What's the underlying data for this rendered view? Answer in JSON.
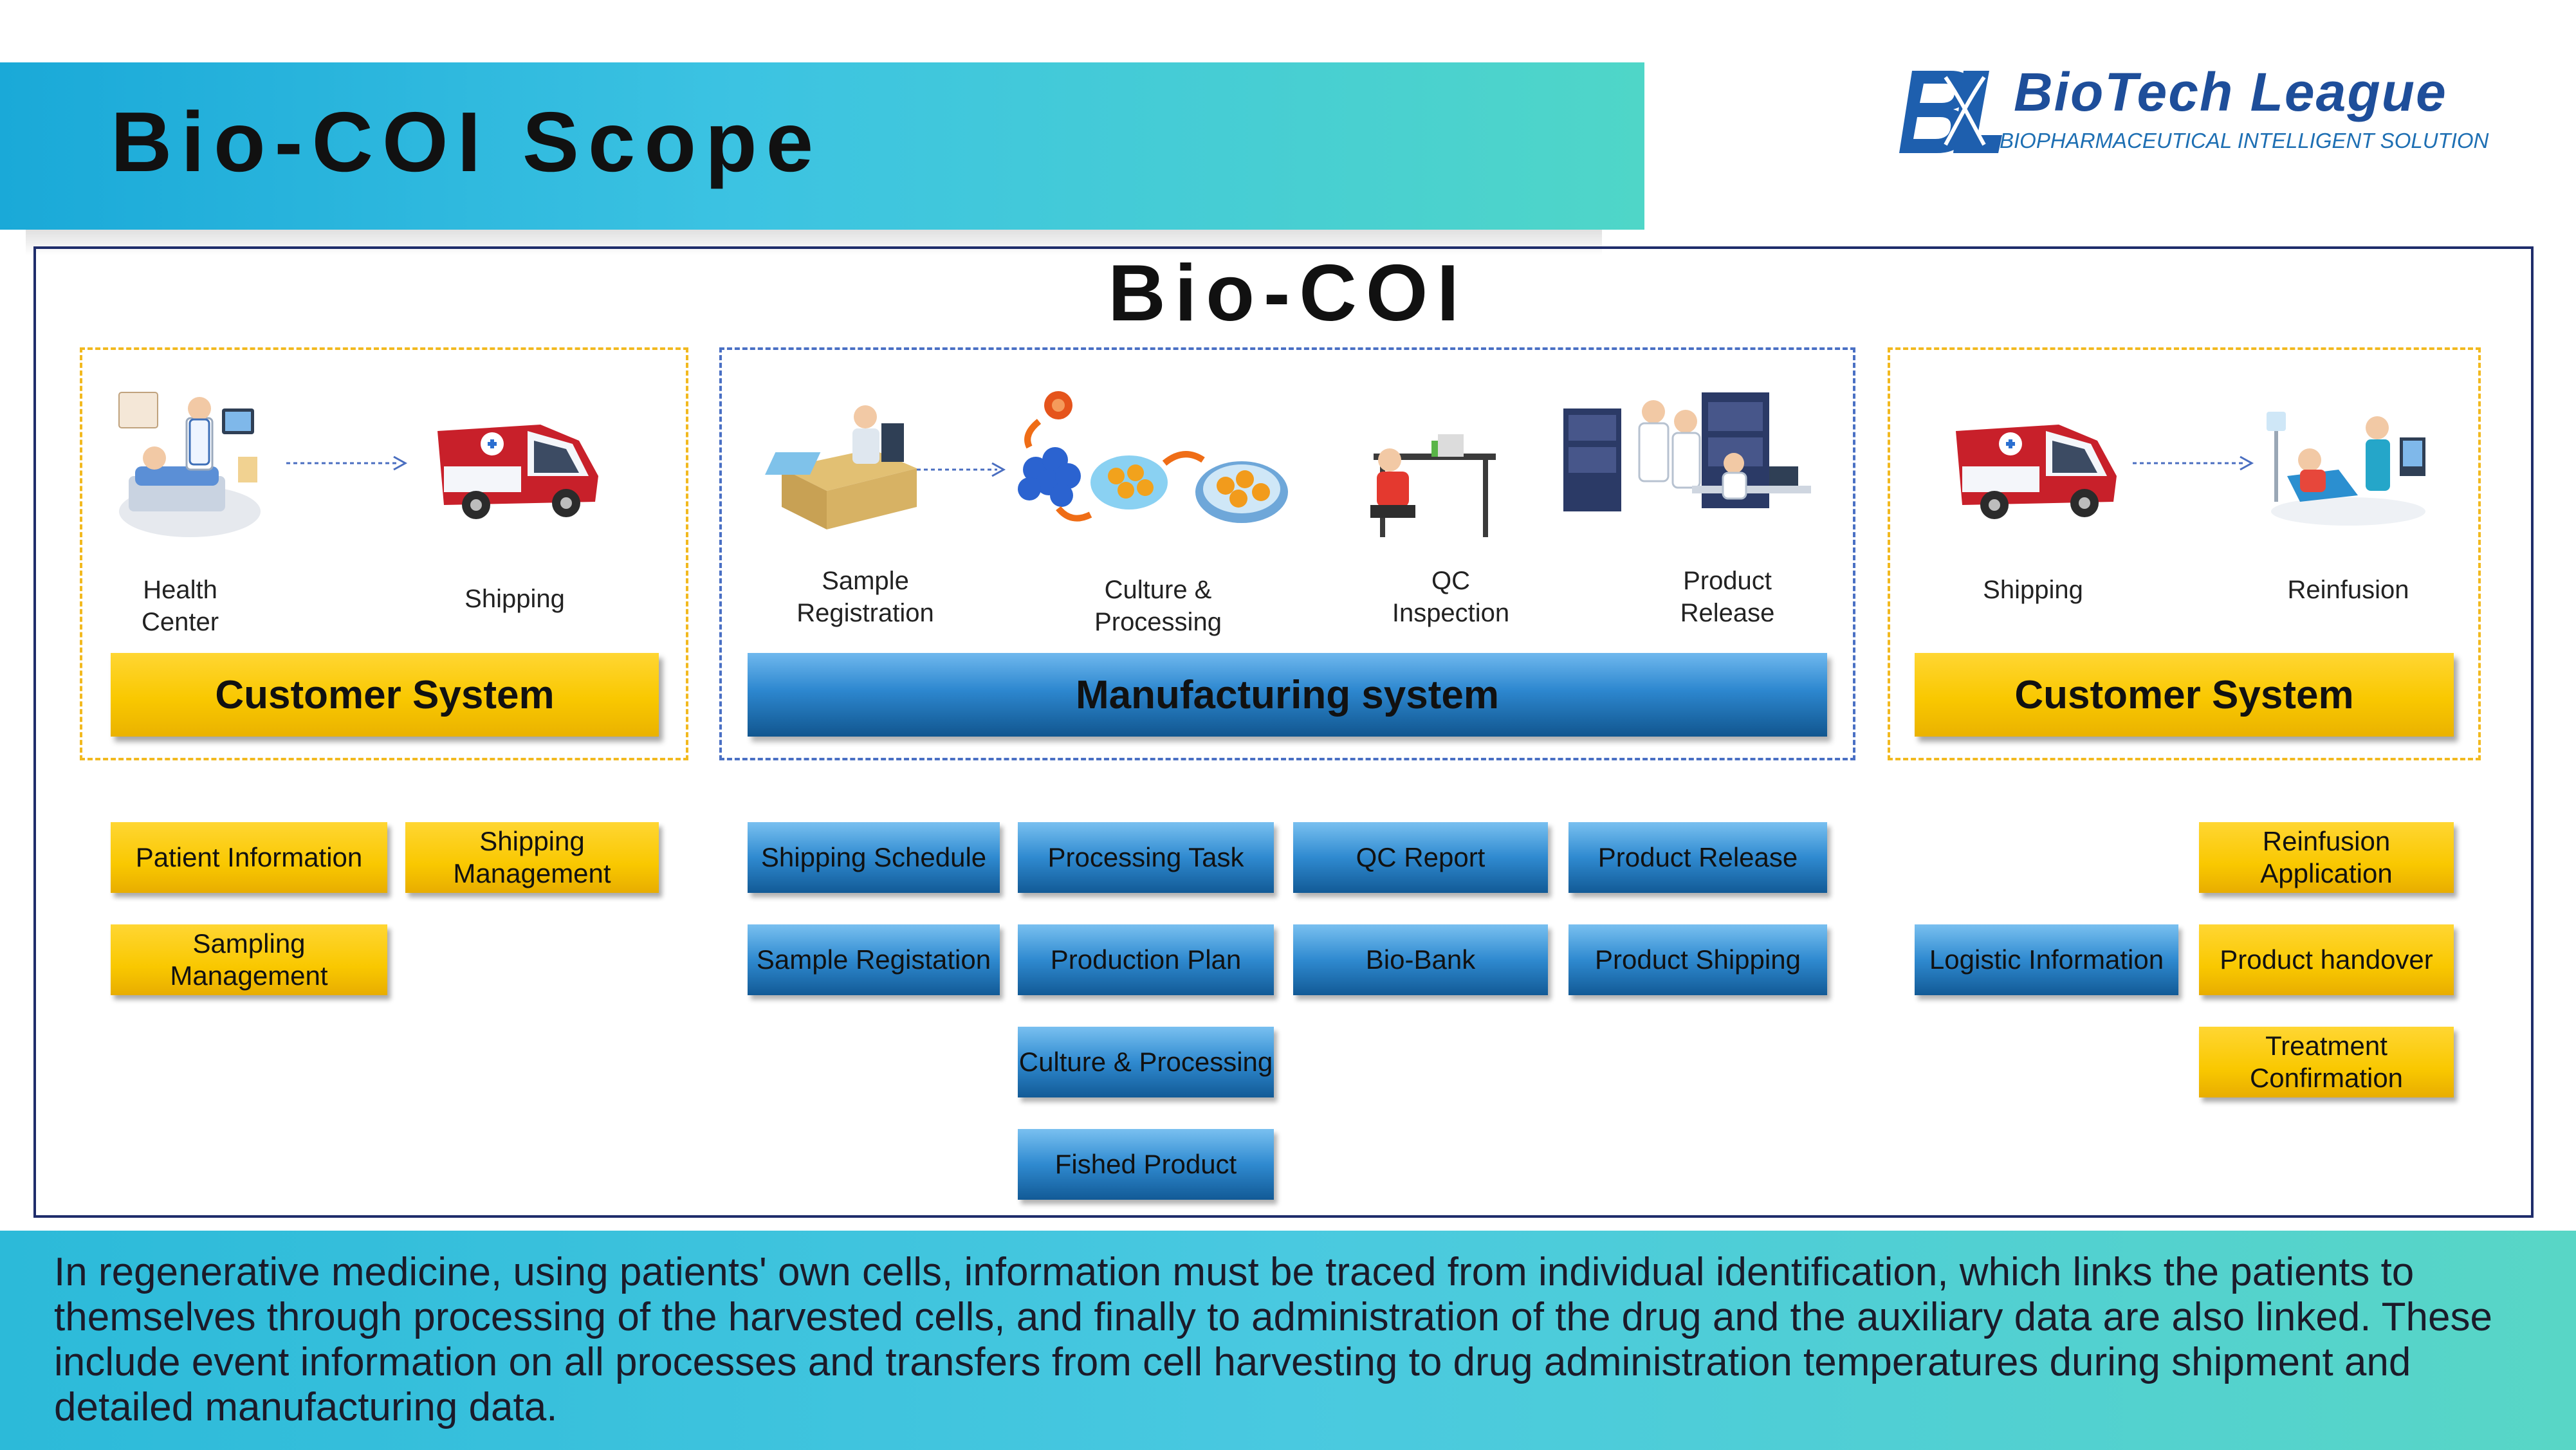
{
  "header": {
    "title": "Bio-COI Scope",
    "logo_name": "BioTech League",
    "logo_tagline": "BIOPHARMACEUTICAL INTELLIGENT SOLUTION"
  },
  "diagram": {
    "title": "Bio-COI",
    "left_group": {
      "steps": [
        "Health\nCenter",
        "Shipping"
      ],
      "bar_label": "Customer System",
      "boxes": [
        "Patient Information",
        "Shipping Management",
        "Sampling Management"
      ]
    },
    "middle_group": {
      "steps": [
        "Sample\nRegistration",
        "Culture &\nProcessing",
        "QC\nInspection",
        "Product\nRelease"
      ],
      "bar_label": "Manufacturing system",
      "boxes": [
        "Shipping Schedule",
        "Processing Task",
        "QC Report",
        "Product Release",
        "Sample Registation",
        "Production Plan",
        "Bio-Bank",
        "Product Shipping",
        "Culture & Processing",
        "Fished Product"
      ]
    },
    "right_group": {
      "steps": [
        "Shipping",
        "Reinfusion"
      ],
      "bar_label": "Customer System",
      "boxes": [
        "Logistic Information",
        "Reinfusion Application",
        "Product handover",
        "Treatment Confirmation"
      ]
    }
  },
  "footer": {
    "text": "In regenerative medicine, using patients' own cells, information must be traced from individual identification, which links the patients to themselves through processing of the harvested cells, and finally to administration of the drug and the auxiliary data are also linked. These include event information on all processes and transfers from cell harvesting to drug administration temperatures during shipment and detailed manufacturing data."
  },
  "colors": {
    "banner": "#3cc3e2",
    "customer_yellow": "#f9c800",
    "manufacturing_blue": "#2d87cf",
    "frame_border": "#1f2d6b",
    "logo_blue": "#1e4e9a"
  }
}
